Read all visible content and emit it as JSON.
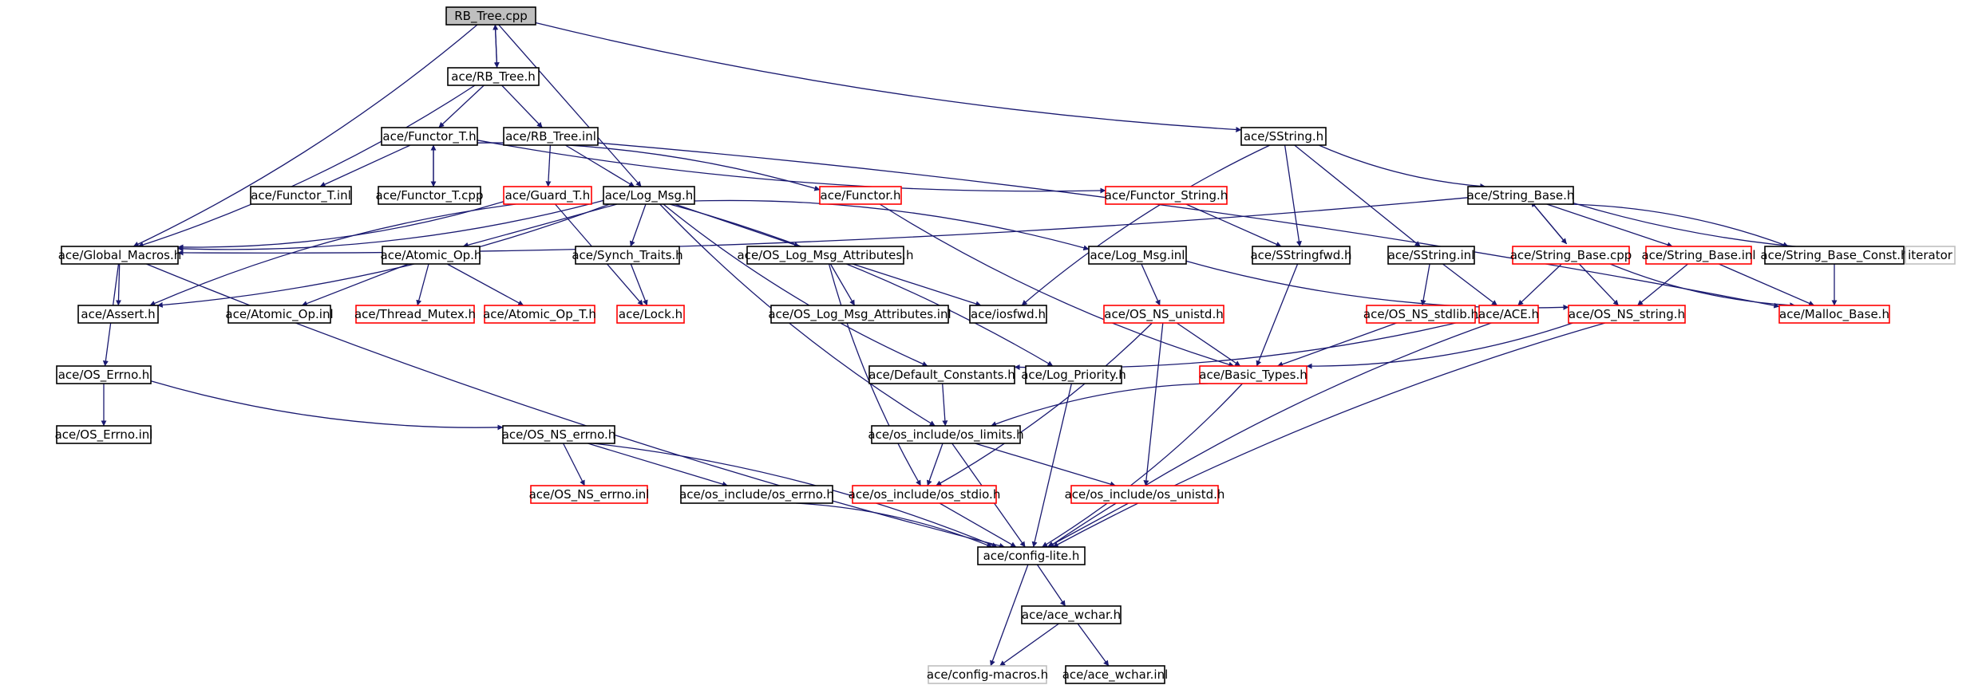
{
  "diagram": {
    "colors": {
      "edge": "#191970",
      "root_fill": "#bfbfbf",
      "normal_border": "#000000",
      "incomplete_border": "#ff0000",
      "external_border": "#bfbfbf",
      "node_fill": "#ffffff"
    },
    "nodes": [
      {
        "id": "rb_tree_cpp",
        "label": "RB_Tree.cpp",
        "kind": "root"
      },
      {
        "id": "rb_tree_h",
        "label": "ace/RB_Tree.h",
        "kind": "normal"
      },
      {
        "id": "functor_t_h",
        "label": "ace/Functor_T.h",
        "kind": "normal"
      },
      {
        "id": "rb_tree_inl",
        "label": "ace/RB_Tree.inl",
        "kind": "normal"
      },
      {
        "id": "sstring_h",
        "label": "ace/SString.h",
        "kind": "normal"
      },
      {
        "id": "functor_t_inl",
        "label": "ace/Functor_T.inl",
        "kind": "normal"
      },
      {
        "id": "functor_t_cpp",
        "label": "ace/Functor_T.cpp",
        "kind": "normal"
      },
      {
        "id": "guard_t_h",
        "label": "ace/Guard_T.h",
        "kind": "incomplete"
      },
      {
        "id": "log_msg_h",
        "label": "ace/Log_Msg.h",
        "kind": "normal"
      },
      {
        "id": "functor_h",
        "label": "ace/Functor.h",
        "kind": "incomplete"
      },
      {
        "id": "functor_string_h",
        "label": "ace/Functor_String.h",
        "kind": "incomplete"
      },
      {
        "id": "string_base_h",
        "label": "ace/String_Base.h",
        "kind": "normal"
      },
      {
        "id": "global_macros_h",
        "label": "ace/Global_Macros.h",
        "kind": "normal"
      },
      {
        "id": "atomic_op_h",
        "label": "ace/Atomic_Op.h",
        "kind": "normal"
      },
      {
        "id": "synch_traits_h",
        "label": "ace/Synch_Traits.h",
        "kind": "normal"
      },
      {
        "id": "os_log_msg_attributes_h",
        "label": "ace/OS_Log_Msg_Attributes.h",
        "kind": "normal"
      },
      {
        "id": "log_msg_inl",
        "label": "ace/Log_Msg.inl",
        "kind": "normal"
      },
      {
        "id": "sstringfwd_h",
        "label": "ace/SStringfwd.h",
        "kind": "normal"
      },
      {
        "id": "sstring_inl",
        "label": "ace/SString.inl",
        "kind": "normal"
      },
      {
        "id": "string_base_cpp",
        "label": "ace/String_Base.cpp",
        "kind": "incomplete"
      },
      {
        "id": "string_base_inl",
        "label": "ace/String_Base.inl",
        "kind": "incomplete"
      },
      {
        "id": "string_base_const_h",
        "label": "ace/String_Base_Const.h",
        "kind": "normal"
      },
      {
        "id": "iterator",
        "label": "iterator",
        "kind": "external"
      },
      {
        "id": "assert_h",
        "label": "ace/Assert.h",
        "kind": "normal"
      },
      {
        "id": "atomic_op_inl",
        "label": "ace/Atomic_Op.inl",
        "kind": "normal"
      },
      {
        "id": "thread_mutex_h",
        "label": "ace/Thread_Mutex.h",
        "kind": "incomplete"
      },
      {
        "id": "atomic_op_t_h",
        "label": "ace/Atomic_Op_T.h",
        "kind": "incomplete"
      },
      {
        "id": "lock_h",
        "label": "ace/Lock.h",
        "kind": "incomplete"
      },
      {
        "id": "os_log_msg_attributes_inl",
        "label": "ace/OS_Log_Msg_Attributes.inl",
        "kind": "normal"
      },
      {
        "id": "iosfwd_h",
        "label": "ace/iosfwd.h",
        "kind": "normal"
      },
      {
        "id": "os_ns_unistd_h",
        "label": "ace/OS_NS_unistd.h",
        "kind": "incomplete"
      },
      {
        "id": "os_ns_stdlib_h",
        "label": "ace/OS_NS_stdlib.h",
        "kind": "incomplete"
      },
      {
        "id": "ace_h",
        "label": "ace/ACE.h",
        "kind": "incomplete"
      },
      {
        "id": "os_ns_string_h",
        "label": "ace/OS_NS_string.h",
        "kind": "incomplete"
      },
      {
        "id": "malloc_base_h",
        "label": "ace/Malloc_Base.h",
        "kind": "incomplete"
      },
      {
        "id": "os_errno_h",
        "label": "ace/OS_Errno.h",
        "kind": "normal"
      },
      {
        "id": "default_constants_h",
        "label": "ace/Default_Constants.h",
        "kind": "normal"
      },
      {
        "id": "log_priority_h",
        "label": "ace/Log_Priority.h",
        "kind": "normal"
      },
      {
        "id": "basic_types_h",
        "label": "ace/Basic_Types.h",
        "kind": "incomplete"
      },
      {
        "id": "os_errno_inl",
        "label": "ace/OS_Errno.inl",
        "kind": "normal"
      },
      {
        "id": "os_ns_errno_h",
        "label": "ace/OS_NS_errno.h",
        "kind": "normal"
      },
      {
        "id": "os_limits_h",
        "label": "ace/os_include/os_limits.h",
        "kind": "normal"
      },
      {
        "id": "os_ns_errno_inl",
        "label": "ace/OS_NS_errno.inl",
        "kind": "incomplete"
      },
      {
        "id": "os_errno_os_h",
        "label": "ace/os_include/os_errno.h",
        "kind": "normal"
      },
      {
        "id": "os_stdio_h",
        "label": "ace/os_include/os_stdio.h",
        "kind": "incomplete"
      },
      {
        "id": "os_unistd_os_h",
        "label": "ace/os_include/os_unistd.h",
        "kind": "incomplete"
      },
      {
        "id": "config_lite_h",
        "label": "ace/config-lite.h",
        "kind": "normal"
      },
      {
        "id": "ace_wchar_h",
        "label": "ace/ace_wchar.h",
        "kind": "normal"
      },
      {
        "id": "config_macros_h",
        "label": "ace/config-macros.h",
        "kind": "external"
      },
      {
        "id": "ace_wchar_inl",
        "label": "ace/ace_wchar.inl",
        "kind": "normal"
      }
    ],
    "edges": [
      {
        "from": "rb_tree_cpp",
        "to": "rb_tree_h"
      },
      {
        "from": "rb_tree_h",
        "to": "rb_tree_cpp"
      },
      {
        "from": "rb_tree_cpp",
        "to": "sstring_h"
      },
      {
        "from": "rb_tree_cpp",
        "to": "global_macros_h"
      },
      {
        "from": "rb_tree_cpp",
        "to": "log_msg_h"
      },
      {
        "from": "rb_tree_h",
        "to": "functor_t_h"
      },
      {
        "from": "rb_tree_h",
        "to": "rb_tree_inl"
      },
      {
        "from": "rb_tree_h",
        "to": "global_macros_h"
      },
      {
        "from": "functor_t_h",
        "to": "functor_t_inl"
      },
      {
        "from": "functor_t_h",
        "to": "functor_t_cpp"
      },
      {
        "from": "functor_t_cpp",
        "to": "functor_t_h"
      },
      {
        "from": "functor_t_h",
        "to": "functor_h"
      },
      {
        "from": "functor_t_h",
        "to": "functor_string_h"
      },
      {
        "from": "rb_tree_inl",
        "to": "guard_t_h"
      },
      {
        "from": "rb_tree_inl",
        "to": "log_msg_h"
      },
      {
        "from": "rb_tree_inl",
        "to": "malloc_base_h"
      },
      {
        "from": "functor_h",
        "to": "basic_types_h"
      },
      {
        "from": "functor_string_h",
        "to": "sstringfwd_h"
      },
      {
        "from": "guard_t_h",
        "to": "lock_h"
      },
      {
        "from": "guard_t_h",
        "to": "global_macros_h"
      },
      {
        "from": "guard_t_h",
        "to": "assert_h"
      },
      {
        "from": "log_msg_h",
        "to": "global_macros_h"
      },
      {
        "from": "log_msg_h",
        "to": "atomic_op_h"
      },
      {
        "from": "log_msg_h",
        "to": "synch_traits_h"
      },
      {
        "from": "log_msg_h",
        "to": "os_log_msg_attributes_h"
      },
      {
        "from": "log_msg_h",
        "to": "log_msg_inl"
      },
      {
        "from": "log_msg_h",
        "to": "default_constants_h"
      },
      {
        "from": "log_msg_h",
        "to": "log_priority_h"
      },
      {
        "from": "log_msg_h",
        "to": "os_limits_h"
      },
      {
        "from": "log_msg_h",
        "to": "assert_h"
      },
      {
        "from": "synch_traits_h",
        "to": "lock_h"
      },
      {
        "from": "atomic_op_h",
        "to": "atomic_op_inl"
      },
      {
        "from": "atomic_op_h",
        "to": "thread_mutex_h"
      },
      {
        "from": "atomic_op_h",
        "to": "atomic_op_t_h"
      },
      {
        "from": "os_log_msg_attributes_h",
        "to": "os_log_msg_attributes_inl"
      },
      {
        "from": "os_log_msg_attributes_h",
        "to": "iosfwd_h"
      },
      {
        "from": "os_log_msg_attributes_h",
        "to": "os_stdio_h"
      },
      {
        "from": "log_msg_inl",
        "to": "os_ns_unistd_h"
      },
      {
        "from": "log_msg_inl",
        "to": "os_ns_string_h"
      },
      {
        "from": "sstring_h",
        "to": "sstringfwd_h"
      },
      {
        "from": "sstring_h",
        "to": "string_base_h"
      },
      {
        "from": "sstring_h",
        "to": "sstring_inl"
      },
      {
        "from": "sstring_h",
        "to": "iosfwd_h"
      },
      {
        "from": "sstringfwd_h",
        "to": "basic_types_h"
      },
      {
        "from": "sstring_inl",
        "to": "os_ns_stdlib_h"
      },
      {
        "from": "sstring_inl",
        "to": "ace_h"
      },
      {
        "from": "string_base_h",
        "to": "string_base_cpp"
      },
      {
        "from": "string_base_cpp",
        "to": "string_base_h"
      },
      {
        "from": "string_base_h",
        "to": "string_base_inl"
      },
      {
        "from": "string_base_h",
        "to": "string_base_const_h"
      },
      {
        "from": "string_base_h",
        "to": "iterator"
      },
      {
        "from": "string_base_h",
        "to": "global_macros_h"
      },
      {
        "from": "string_base_cpp",
        "to": "ace_h"
      },
      {
        "from": "string_base_cpp",
        "to": "os_ns_string_h"
      },
      {
        "from": "string_base_cpp",
        "to": "malloc_base_h"
      },
      {
        "from": "string_base_inl",
        "to": "malloc_base_h"
      },
      {
        "from": "string_base_inl",
        "to": "os_ns_string_h"
      },
      {
        "from": "string_base_const_h",
        "to": "malloc_base_h"
      },
      {
        "from": "os_ns_stdlib_h",
        "to": "basic_types_h"
      },
      {
        "from": "ace_h",
        "to": "default_constants_h"
      },
      {
        "from": "ace_h",
        "to": "config_lite_h"
      },
      {
        "from": "os_ns_string_h",
        "to": "basic_types_h"
      },
      {
        "from": "os_ns_string_h",
        "to": "config_lite_h"
      },
      {
        "from": "os_ns_unistd_h",
        "to": "basic_types_h"
      },
      {
        "from": "os_ns_unistd_h",
        "to": "os_unistd_os_h"
      },
      {
        "from": "os_ns_unistd_h",
        "to": "os_stdio_h"
      },
      {
        "from": "global_macros_h",
        "to": "assert_h"
      },
      {
        "from": "global_macros_h",
        "to": "os_errno_h"
      },
      {
        "from": "global_macros_h",
        "to": "config_lite_h"
      },
      {
        "from": "os_errno_h",
        "to": "os_errno_inl"
      },
      {
        "from": "os_errno_h",
        "to": "os_ns_errno_h"
      },
      {
        "from": "os_ns_errno_h",
        "to": "os_ns_errno_inl"
      },
      {
        "from": "os_ns_errno_h",
        "to": "os_errno_os_h"
      },
      {
        "from": "os_ns_errno_h",
        "to": "config_lite_h"
      },
      {
        "from": "default_constants_h",
        "to": "os_limits_h"
      },
      {
        "from": "log_priority_h",
        "to": "config_lite_h"
      },
      {
        "from": "basic_types_h",
        "to": "os_limits_h"
      },
      {
        "from": "basic_types_h",
        "to": "config_lite_h"
      },
      {
        "from": "os_limits_h",
        "to": "os_stdio_h"
      },
      {
        "from": "os_limits_h",
        "to": "os_unistd_os_h"
      },
      {
        "from": "os_limits_h",
        "to": "config_lite_h"
      },
      {
        "from": "os_errno_os_h",
        "to": "config_lite_h"
      },
      {
        "from": "os_stdio_h",
        "to": "config_lite_h"
      },
      {
        "from": "os_unistd_os_h",
        "to": "config_lite_h"
      },
      {
        "from": "config_lite_h",
        "to": "config_macros_h"
      },
      {
        "from": "config_lite_h",
        "to": "ace_wchar_h"
      },
      {
        "from": "ace_wchar_h",
        "to": "config_macros_h"
      },
      {
        "from": "ace_wchar_h",
        "to": "ace_wchar_inl"
      }
    ]
  }
}
